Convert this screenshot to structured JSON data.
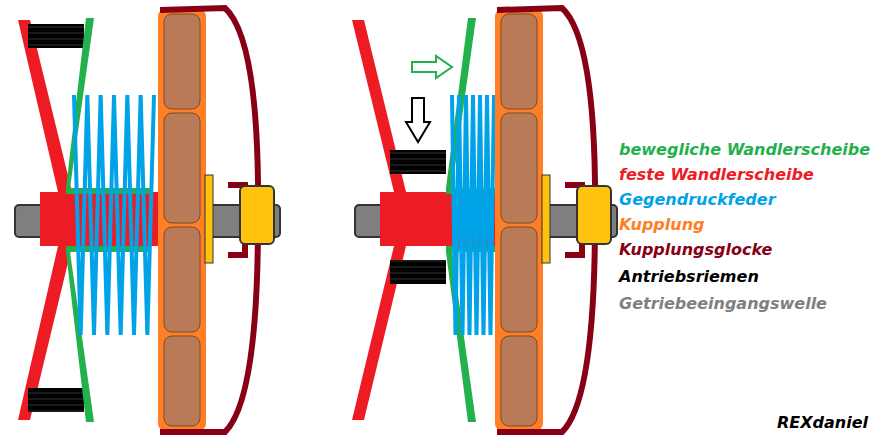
{
  "diagram": {
    "labels": [
      "REXdaniel"
    ],
    "legend": [
      {
        "text": "bewegliche Wandlerscheibe",
        "color": "#22b14c"
      },
      {
        "text": "feste Wandlerscheibe",
        "color": "#ed1c24"
      },
      {
        "text": "Gegendruckfeder",
        "color": "#00a2e8"
      },
      {
        "text": "Kupplung",
        "color": "#ff7f27"
      },
      {
        "text": "Kupplungsglocke",
        "color": "#880015"
      },
      {
        "text": "Antriebsriemen",
        "color": "#000000"
      },
      {
        "text": "Getriebeeingangswelle",
        "color": "#7f7f7f"
      }
    ]
  }
}
